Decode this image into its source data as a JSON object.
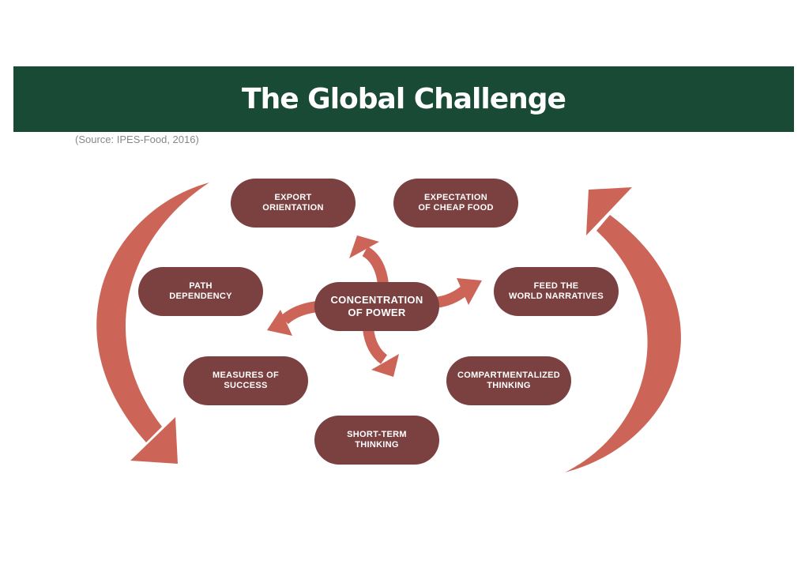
{
  "header": {
    "title": "The Global Challenge",
    "source": "(Source: IPES-Food, 2016)"
  },
  "diagram": {
    "center": "CONCENTRATION\nOF POWER",
    "nodes": [
      "EXPORT\nORIENTATION",
      "EXPECTATION\nOF CHEAP FOOD",
      "PATH\nDEPENDENCY",
      "FEED THE\nWORLD NARRATIVES",
      "MEASURES OF\nSUCCESS",
      "COMPARTMENTALIZED\nTHINKING",
      "SHORT-TERM\nTHINKING"
    ]
  },
  "colors": {
    "banner": "#184a35",
    "pill": "#7b4040",
    "arrow": "#cc6558"
  }
}
